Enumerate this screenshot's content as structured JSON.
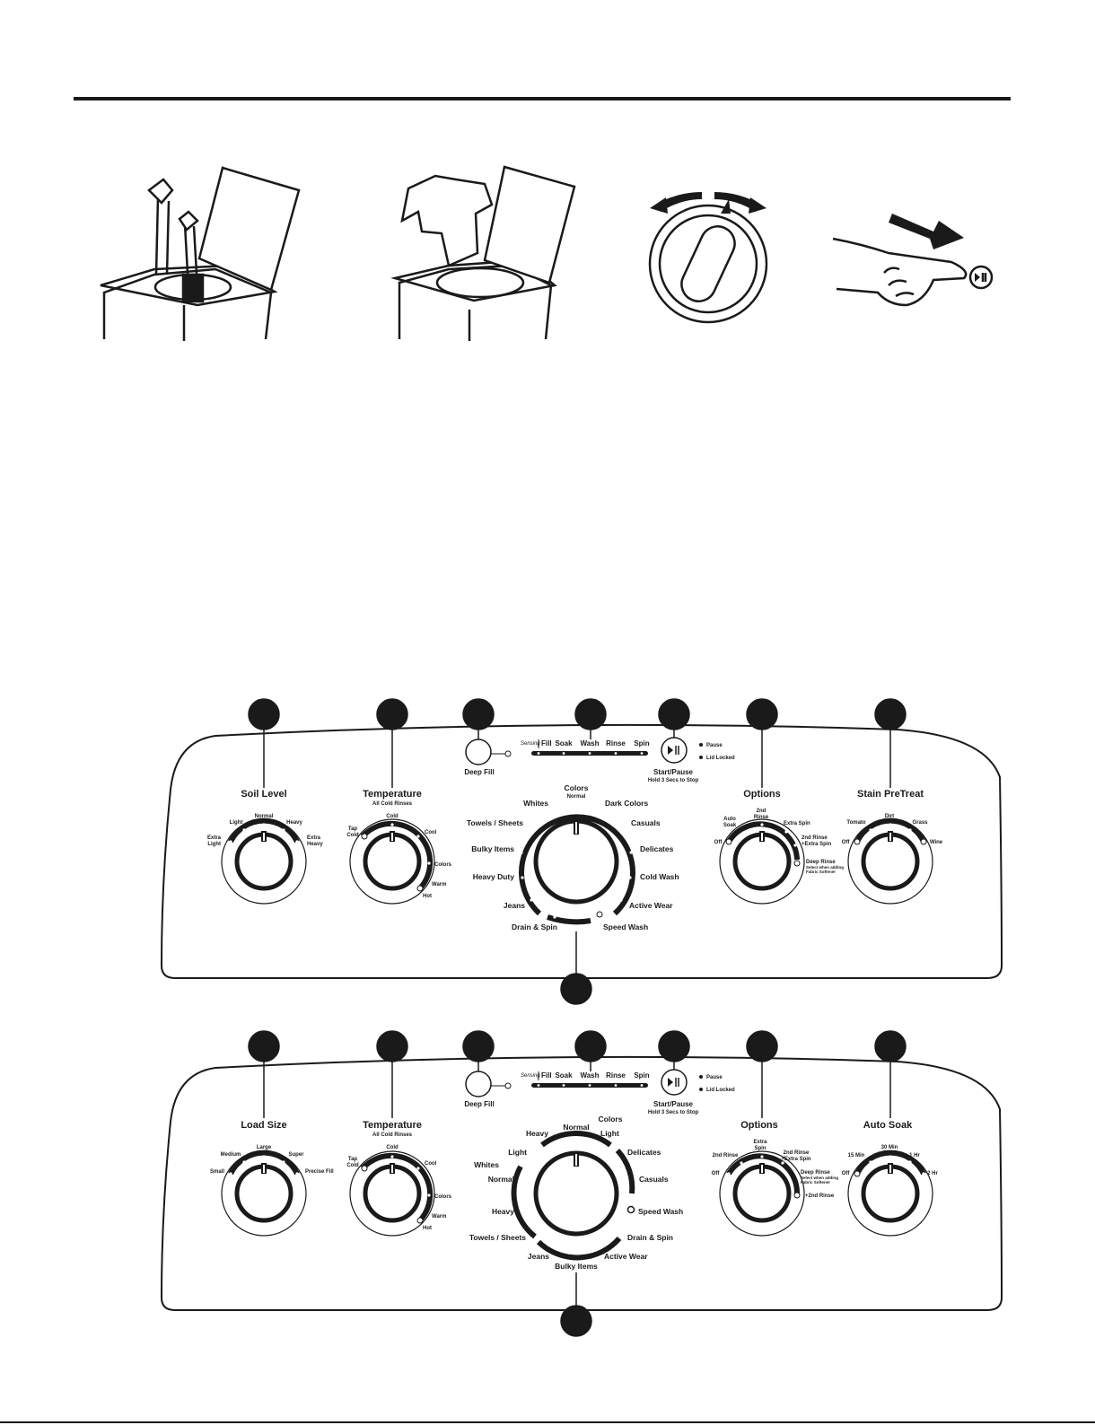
{
  "colors": {
    "ink": "#1a1a1a",
    "paper": "#ffffff"
  },
  "illustrations": [
    {
      "name": "add-detergent-illustration"
    },
    {
      "name": "add-clothes-illustration"
    },
    {
      "name": "turn-cycle-knob-illustration"
    },
    {
      "name": "press-start-illustration"
    }
  ],
  "panel1": {
    "sensing": "Sensing",
    "status": [
      "Fill",
      "Soak",
      "Wash",
      "Rinse",
      "Spin"
    ],
    "deep_fill": "Deep Fill",
    "start_pause": "Start/Pause",
    "start_pause_sub": "Hold 3 Secs to Stop",
    "pause": "Pause",
    "lid_locked": "Lid Locked",
    "soil": {
      "title": "Soil Level",
      "opts": [
        "Extra",
        "Light",
        "Light",
        "Normal",
        "Heavy",
        "Extra",
        "Heavy"
      ]
    },
    "temp": {
      "title": "Temperature",
      "sub": "All Cold Rinses",
      "opts": [
        "Tap",
        "Cold",
        "Cold",
        "Cool",
        "Colors",
        "Warm",
        "Hot"
      ]
    },
    "options": {
      "title": "Options",
      "opts": [
        "Auto",
        "Soak",
        "Off",
        "2nd",
        "Rinse",
        "Extra Spin",
        "2nd Rinse",
        "+Extra Spin",
        "Deep Rinse",
        "Select when adding",
        "Fabric Softener"
      ]
    },
    "stain": {
      "title": "Stain PreTreat",
      "opts": [
        "Tomato",
        "Dirt",
        "Grass",
        "Off",
        "Wine"
      ]
    },
    "cycles": {
      "top": "Colors",
      "top_sub": "Normal",
      "labels": [
        "Whites",
        "Dark Colors",
        "Towels / Sheets",
        "Casuals",
        "Bulky Items",
        "Delicates",
        "Heavy Duty",
        "Cold Wash",
        "Jeans",
        "Active Wear",
        "Drain & Spin",
        "Speed Wash"
      ]
    }
  },
  "panel2": {
    "sensing": "Sensing",
    "status": [
      "Fill",
      "Soak",
      "Wash",
      "Rinse",
      "Spin"
    ],
    "deep_fill": "Deep Fill",
    "start_pause": "Start/Pause",
    "start_pause_sub": "Hold 3 Secs to Stop",
    "pause": "Pause",
    "lid_locked": "Lid Locked",
    "load": {
      "title": "Load Size",
      "opts": [
        "Medium",
        "Large",
        "Super",
        "Small",
        "Precise Fill"
      ]
    },
    "temp": {
      "title": "Temperature",
      "sub": "All Cold Rinses",
      "opts": [
        "Tap",
        "Cold",
        "Cold",
        "Cool",
        "Colors",
        "Warm",
        "Hot"
      ]
    },
    "options": {
      "title": "Options",
      "opts": [
        "Extra",
        "Spin",
        "2nd Rinse",
        "2nd Rinse",
        "+Extra Spin",
        "Off",
        "Deep Rinse",
        "Select when adding",
        "Fabric Softener",
        "+2nd Rinse"
      ]
    },
    "soak": {
      "title": "Auto Soak",
      "opts": [
        "15 Min",
        "30 Min",
        "1 Hr",
        "Off",
        "2 Hr"
      ]
    },
    "cycles": {
      "colors": "Colors",
      "whites": "Whites",
      "labels": [
        "Heavy",
        "Normal",
        "Light",
        "Delicates",
        "Light",
        "Casuals",
        "Normal",
        "Speed Wash",
        "Heavy",
        "Drain & Spin",
        "Towels / Sheets",
        "Active Wear",
        "Jeans",
        "Bulky Items"
      ]
    }
  }
}
